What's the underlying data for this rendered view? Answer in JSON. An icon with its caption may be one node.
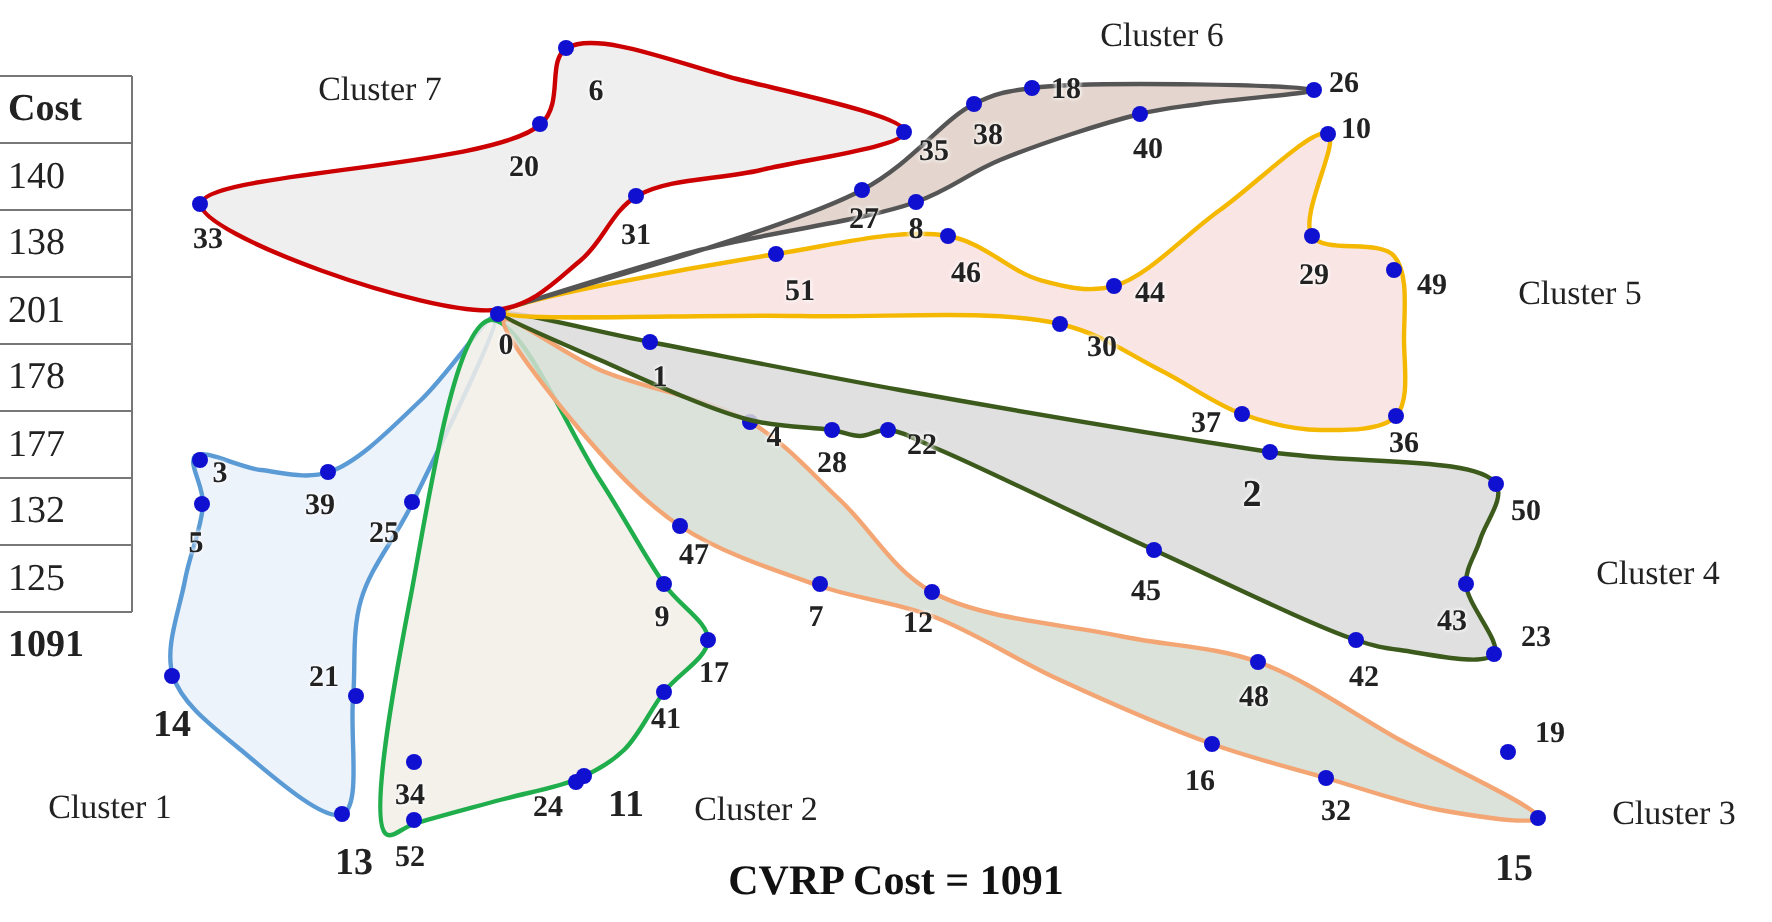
{
  "diagram": {
    "caption": "CVRP Cost = 1091",
    "nodes": [
      {
        "text": [
          "Cluster 1"
        ]
      },
      {
        "text": [
          "Cluster 2"
        ]
      },
      {
        "text": [
          "Cluster 3"
        ]
      },
      {
        "text": [
          "Cluster 4"
        ]
      },
      {
        "text": [
          "Cluster 5"
        ]
      },
      {
        "text": [
          "Cluster 6"
        ]
      },
      {
        "text": [
          "Cluster 7"
        ]
      },
      {
        "text": [
          "0"
        ]
      },
      {
        "text": [
          "3"
        ],
        "in": 0
      },
      {
        "text": [
          "39"
        ],
        "in": 0
      },
      {
        "text": [
          "25"
        ],
        "in": 0
      },
      {
        "text": [
          "5"
        ],
        "in": 0
      },
      {
        "text": [
          "14"
        ],
        "in": 0
      },
      {
        "text": [
          "21"
        ],
        "in": 0
      },
      {
        "text": [
          "13"
        ],
        "in": 0
      },
      {
        "text": [
          "9"
        ],
        "in": 1
      },
      {
        "text": [
          "17"
        ],
        "in": 1
      },
      {
        "text": [
          "41"
        ],
        "in": 1
      },
      {
        "text": [
          "34"
        ],
        "in": 1
      },
      {
        "text": [
          "24"
        ],
        "in": 1
      },
      {
        "text": [
          "11"
        ],
        "in": 1
      },
      {
        "text": [
          "52"
        ],
        "in": 1
      },
      {
        "text": [
          "4"
        ],
        "in": 2
      },
      {
        "text": [
          "47"
        ],
        "in": 2
      },
      {
        "text": [
          "7"
        ],
        "in": 2
      },
      {
        "text": [
          "12"
        ],
        "in": 2
      },
      {
        "text": [
          "48"
        ],
        "in": 2
      },
      {
        "text": [
          "16"
        ],
        "in": 2
      },
      {
        "text": [
          "32"
        ],
        "in": 2
      },
      {
        "text": [
          "19"
        ],
        "in": 2
      },
      {
        "text": [
          "15"
        ],
        "in": 2
      },
      {
        "text": [
          "1"
        ],
        "in": 3
      },
      {
        "text": [
          "28"
        ],
        "in": 3
      },
      {
        "text": [
          "22"
        ],
        "in": 3
      },
      {
        "text": [
          "2"
        ],
        "in": 3
      },
      {
        "text": [
          "50"
        ],
        "in": 3
      },
      {
        "text": [
          "43"
        ],
        "in": 3
      },
      {
        "text": [
          "23"
        ],
        "in": 3
      },
      {
        "text": [
          "42"
        ],
        "in": 3
      },
      {
        "text": [
          "45"
        ],
        "in": 3
      },
      {
        "text": [
          "51"
        ],
        "in": 4
      },
      {
        "text": [
          "46"
        ],
        "in": 4
      },
      {
        "text": [
          "44"
        ],
        "in": 4
      },
      {
        "text": [
          "30"
        ],
        "in": 4
      },
      {
        "text": [
          "10"
        ],
        "in": 4
      },
      {
        "text": [
          "29"
        ],
        "in": 4
      },
      {
        "text": [
          "49"
        ],
        "in": 4
      },
      {
        "text": [
          "37"
        ],
        "in": 4
      },
      {
        "text": [
          "36"
        ],
        "in": 4
      },
      {
        "text": [
          "27"
        ],
        "in": 5
      },
      {
        "text": [
          "8"
        ],
        "in": 5
      },
      {
        "text": [
          "38"
        ],
        "in": 5
      },
      {
        "text": [
          "18"
        ],
        "in": 5
      },
      {
        "text": [
          "40"
        ],
        "in": 5
      },
      {
        "text": [
          "26"
        ],
        "in": 5
      },
      {
        "text": [
          "33"
        ],
        "in": 6
      },
      {
        "text": [
          "20"
        ],
        "in": 6
      },
      {
        "text": [
          "6"
        ],
        "in": 6
      },
      {
        "text": [
          "31"
        ],
        "in": 6
      },
      {
        "text": [
          "35"
        ],
        "in": 6
      }
    ],
    "labels": [
      "Cost",
      "140",
      "138",
      "201",
      "178",
      "177",
      "132",
      "125",
      "1091"
    ]
  }
}
